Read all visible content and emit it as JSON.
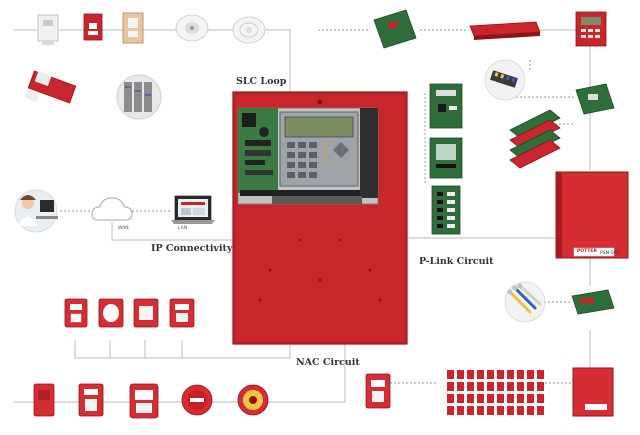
{
  "labels": {
    "slc_loop": "SLC Loop",
    "ip_connectivity": "IP Connectivity",
    "plink_circuit": "P-Link Circuit",
    "nac_circuit": "NAC Circuit",
    "wan": "WAN",
    "lan": "LAN"
  },
  "colors": {
    "panel_red": "#c8252c",
    "panel_dark": "#8f1418",
    "line_gray": "#c8c8c8",
    "dot_gray": "#9a9a9a",
    "board_green": "#2f6e3a"
  },
  "brand": {
    "logo_text": "POTTER",
    "model_text": "PSN-106"
  },
  "icons": [
    "smoke-detector-icon",
    "heat-detector-icon",
    "pull-station-icon",
    "module-icon",
    "server-rack-icon",
    "user-at-computer-icon",
    "cloud-icon",
    "laptop-icon",
    "horn-strobe-icon",
    "bell-icon",
    "circuit-board-icon",
    "annunciator-icon",
    "fiber-cable-icon",
    "power-supply-cabinet-icon"
  ]
}
